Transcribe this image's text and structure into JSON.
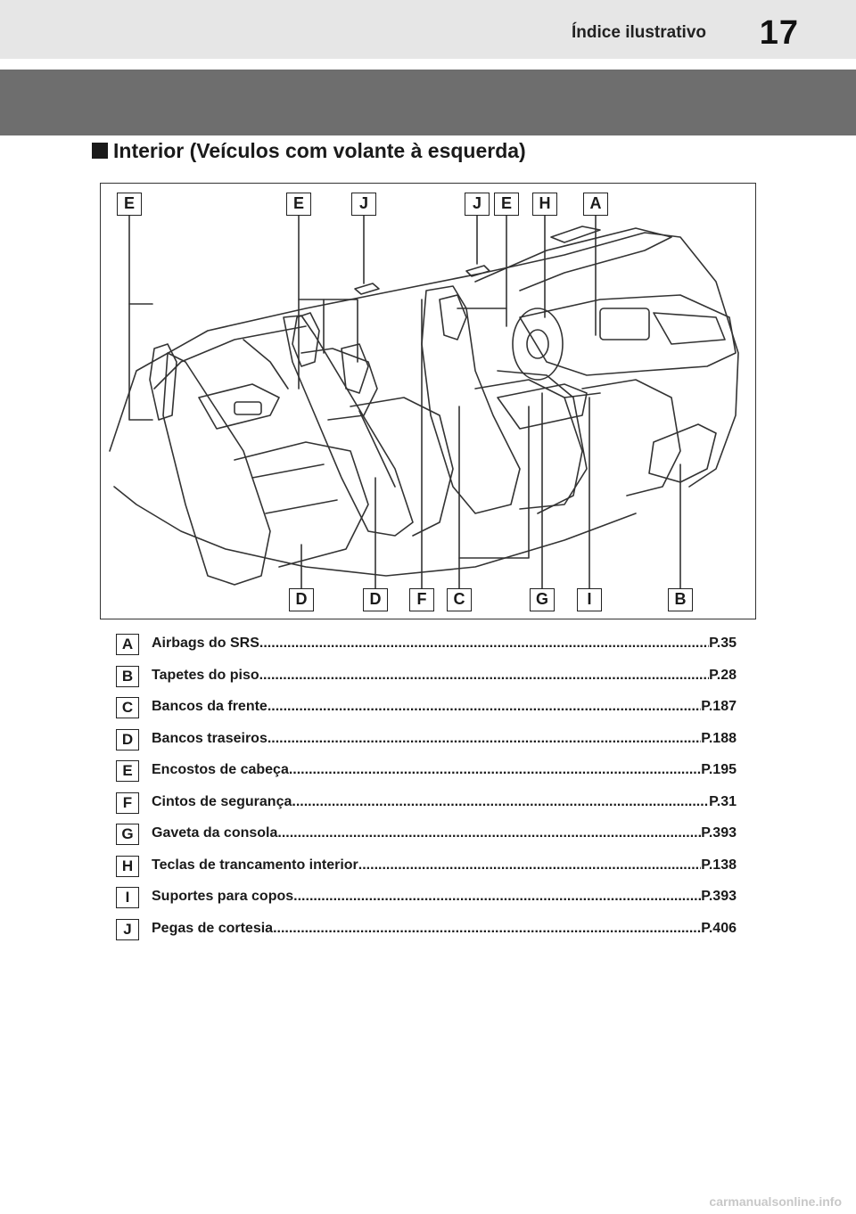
{
  "header": {
    "section_title": "Índice ilustrativo",
    "page_number": "17"
  },
  "heading": "Interior (Veículos com volante à esquerda)",
  "figure": {
    "top_callouts": [
      "E",
      "E",
      "J",
      "J",
      "E",
      "H",
      "A"
    ],
    "bottom_callouts": [
      "D",
      "D",
      "F",
      "C",
      "G",
      "I",
      "B"
    ]
  },
  "legend": [
    {
      "key": "A",
      "label": "Airbags do SRS",
      "page": "P.35"
    },
    {
      "key": "B",
      "label": "Tapetes do piso",
      "page": "P.28"
    },
    {
      "key": "C",
      "label": "Bancos da frente",
      "page": "P.187"
    },
    {
      "key": "D",
      "label": "Bancos traseiros",
      "page": "P.188"
    },
    {
      "key": "E",
      "label": "Encostos de cabeça",
      "page": "P.195"
    },
    {
      "key": "F",
      "label": "Cintos de segurança",
      "page": "P.31"
    },
    {
      "key": "G",
      "label": "Gaveta da consola",
      "page": "P.393"
    },
    {
      "key": "H",
      "label": "Teclas de trancamento interior",
      "page": "P.138"
    },
    {
      "key": "I",
      "label": "Suportes para copos",
      "page": "P.393"
    },
    {
      "key": "J",
      "label": "Pegas de cortesia",
      "page": "P.406"
    }
  ],
  "footer": "carmanualsonline.info"
}
